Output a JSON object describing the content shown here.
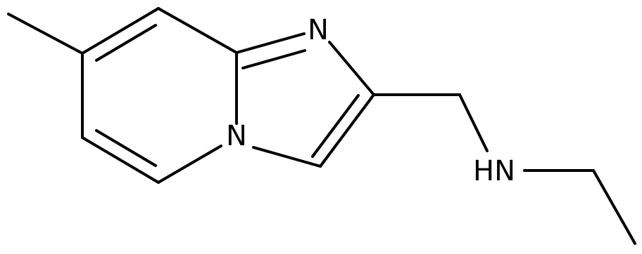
{
  "molecule": {
    "atoms": {
      "n_imine": "N",
      "n_bridge": "N",
      "nh_amine": "HN"
    },
    "colors": {
      "bond": "#000000",
      "label": "#000000",
      "background": "#ffffff"
    }
  }
}
